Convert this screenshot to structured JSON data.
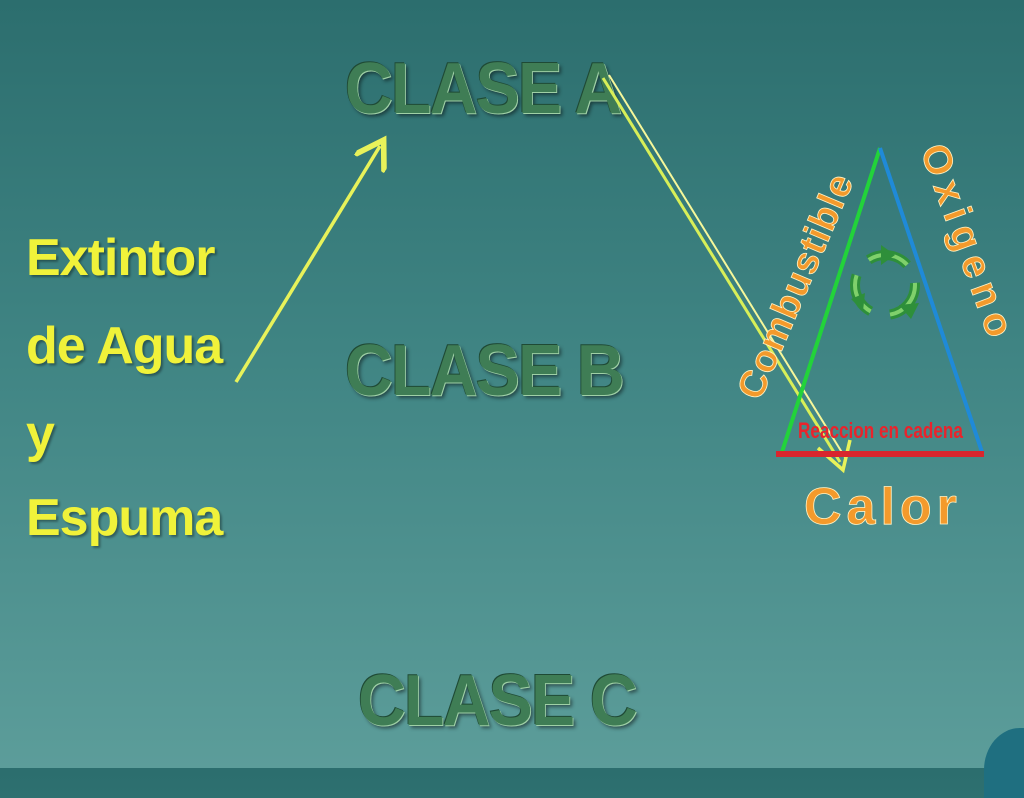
{
  "classes": {
    "a": "CLASE A",
    "b": "CLASE B",
    "c": "CLASE C"
  },
  "extinguisher": {
    "line1": "Extintor",
    "line2": "de Agua",
    "line3": "y",
    "line4": "Espuma"
  },
  "fire_triangle": {
    "left_side": "Combustible",
    "right_side": "Oxigeno",
    "base": "Calor",
    "inner": "Reaccion en cadena",
    "center_icon": "recycle-icon"
  },
  "colors": {
    "background_top": "#2c6e6e",
    "background_bottom": "#5c9d9a",
    "arrow": "#e8f25a",
    "left_side": "#22d33a",
    "right_side": "#1f8ad8",
    "base": "#d8262e",
    "labels": "#f39a2c",
    "extinguisher_text": "#f0f23a"
  }
}
